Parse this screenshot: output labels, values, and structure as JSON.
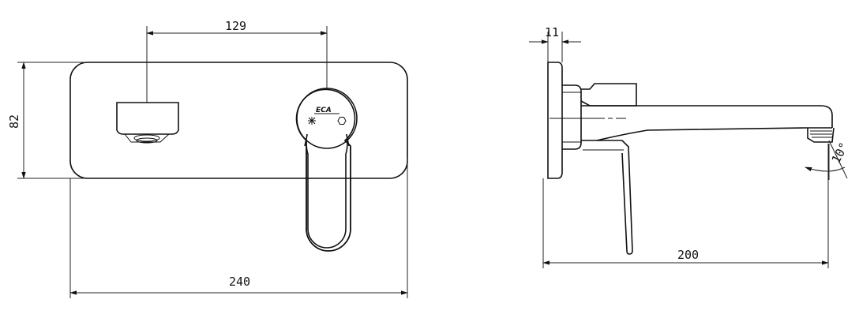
{
  "dimensions": {
    "spout_spacing": "129",
    "height": "82",
    "width": "240",
    "plate_thickness": "11",
    "projection": "200",
    "spout_angle": "10°"
  },
  "logo_text": "ECA",
  "colors": {
    "line": "#111111",
    "background": "#ffffff"
  },
  "icons": [
    "snowflake-icon",
    "hot-water-icon"
  ]
}
